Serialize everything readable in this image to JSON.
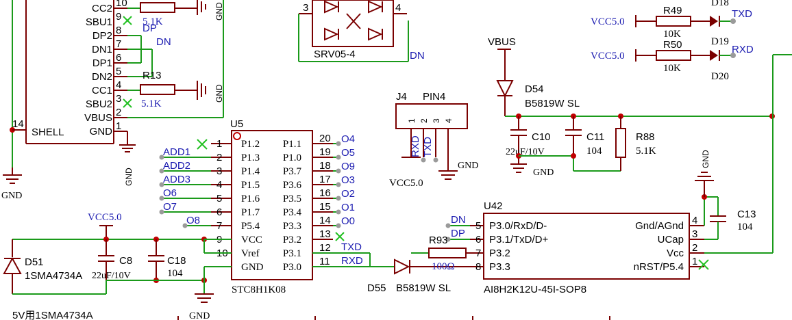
{
  "usb": {
    "pins": [
      {
        "num": "10",
        "name": "CC2"
      },
      {
        "num": "9",
        "name": "SBU1"
      },
      {
        "num": "8",
        "name": "DP2"
      },
      {
        "num": "7",
        "name": "DN1"
      },
      {
        "num": "6",
        "name": "DP1"
      },
      {
        "num": "5",
        "name": "DN2"
      },
      {
        "num": "4",
        "name": "CC1"
      },
      {
        "num": "3",
        "name": "SBU2"
      },
      {
        "num": "2",
        "name": "VBUS"
      },
      {
        "num": "1",
        "name": "GND"
      }
    ],
    "shell": "SHELL",
    "shell_num": "14",
    "r_top_val": "5.1K",
    "dp_net": "DP",
    "dn_net": "DN",
    "r13_ref": "R13",
    "r13_val": "5.1K"
  },
  "srv": {
    "ref": "SRV05-4",
    "pin3": "3",
    "pin4": "4",
    "net": "DN"
  },
  "u5": {
    "ref": "U5",
    "part": "STC8H1K08",
    "left_pins": [
      {
        "num": "1",
        "name": "P1.2",
        "net": ""
      },
      {
        "num": "2",
        "name": "P1.3",
        "net": "ADD1"
      },
      {
        "num": "3",
        "name": "P1.4",
        "net": "ADD2"
      },
      {
        "num": "4",
        "name": "P1.5",
        "net": "ADD3"
      },
      {
        "num": "5",
        "name": "P1.6",
        "net": "O6"
      },
      {
        "num": "6",
        "name": "P1.7",
        "net": "O7"
      },
      {
        "num": "7",
        "name": "P5.4",
        "net": "O8"
      },
      {
        "num": "9",
        "name": "VCC",
        "net": ""
      },
      {
        "num": "10",
        "name": "Vref",
        "net": ""
      },
      {
        "num": "",
        "name": "GND",
        "net": ""
      }
    ],
    "right_pins": [
      {
        "num": "20",
        "name": "P1.1",
        "net": "O4"
      },
      {
        "num": "19",
        "name": "P1.0",
        "net": "O5"
      },
      {
        "num": "18",
        "name": "P3.7",
        "net": "O9"
      },
      {
        "num": "17",
        "name": "P3.6",
        "net": "O3"
      },
      {
        "num": "16",
        "name": "P3.5",
        "net": "O2"
      },
      {
        "num": "15",
        "name": "P3.4",
        "net": "O1"
      },
      {
        "num": "14",
        "name": "P3.3",
        "net": "O0"
      },
      {
        "num": "13",
        "name": "P3.2",
        "net": ""
      },
      {
        "num": "12",
        "name": "P3.1",
        "net": "TXD"
      },
      {
        "num": "11",
        "name": "P3.0",
        "net": "RXD"
      }
    ]
  },
  "j4": {
    "ref": "J4",
    "part": "PIN4",
    "pins": [
      "1",
      "2",
      "3",
      "4"
    ],
    "nets": [
      "RXD",
      "TXD"
    ],
    "vcc": "VCC5.0",
    "gnd": "GND"
  },
  "vbus": {
    "label": "VBUS",
    "d54_ref": "D54",
    "d54_part": "B5819W SL",
    "c10_ref": "C10",
    "c10_val": "22uF/10V",
    "c11_ref": "C11",
    "c11_val": "104",
    "r88_ref": "R88",
    "r88_val": "5.1K",
    "gnd": "GND"
  },
  "leds": [
    {
      "vcc": "VCC5.0",
      "r_ref": "R49",
      "r_val": "10K",
      "d_ref": "D18",
      "net": "TXD"
    },
    {
      "vcc": "VCC5.0",
      "r_ref": "R50",
      "r_val": "10K",
      "d_ref": "D19",
      "net": "RXD",
      "d2_ref": "D20"
    }
  ],
  "u42": {
    "ref": "U42",
    "part": "AI8H2K12U-45I-SOP8",
    "left_pins": [
      {
        "num": "5",
        "name": "P3.0/RxD/D-",
        "net": "DN"
      },
      {
        "num": "6",
        "name": "P3.1/TxD/D+",
        "net": "DP"
      },
      {
        "num": "7",
        "name": "P3.2",
        "net": ""
      },
      {
        "num": "8",
        "name": "P3.3",
        "net": ""
      }
    ],
    "right_pins": [
      {
        "num": "4",
        "name": "Gnd/AGnd"
      },
      {
        "num": "3",
        "name": "UCap"
      },
      {
        "num": "2",
        "name": "Vcc"
      },
      {
        "num": "1",
        "name": "nRST/P5.4"
      }
    ],
    "r93_ref": "R93",
    "r93_val": "100Ω",
    "d55_ref": "D55",
    "d55_part": "B5819W SL",
    "c13_ref": "C13",
    "c13_val": "104",
    "gnd": "GND"
  },
  "supply": {
    "vcc": "VCC5.0",
    "d51_ref": "D51",
    "d51_part": "1SMA4734A",
    "c8_ref": "C8",
    "c8_val": "22uF/10V",
    "c18_ref": "C18",
    "c18_val": "104",
    "gnd": "GND",
    "note": "5V用1SMA4734A"
  },
  "misc": {
    "gnd_left": "GND",
    "gnd_usb": "GND"
  }
}
